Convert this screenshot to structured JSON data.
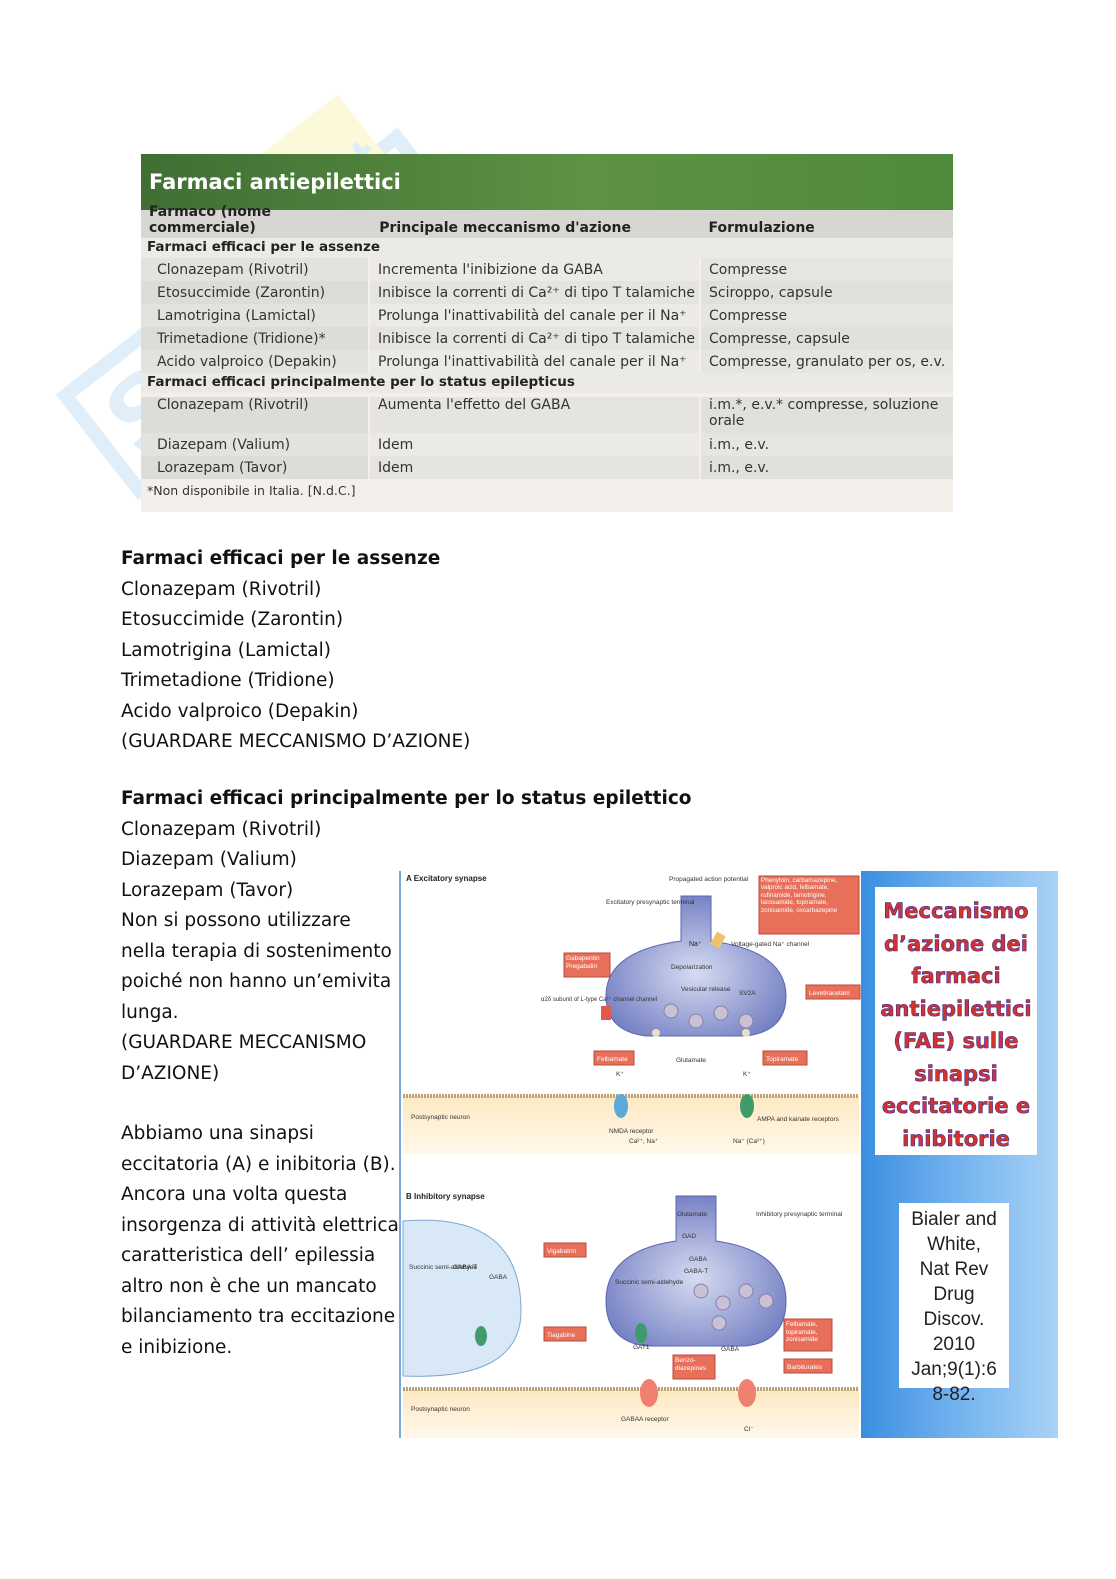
{
  "table": {
    "title": "Farmaci antiepilettici",
    "col_headers": [
      "Farmaco (nome commerciale)",
      "Principale meccanismo d'azione",
      "Formulazione"
    ],
    "sections": [
      {
        "title": "Farmaci efficaci per le assenze",
        "rows": [
          [
            "Clonazepam (Rivotril)",
            "Incrementa l'inibizione da GABA",
            "Compresse"
          ],
          [
            "Etosuccimide (Zarontin)",
            "Inibisce la correnti di Ca²⁺ di tipo T talamiche",
            "Sciroppo, capsule"
          ],
          [
            "Lamotrigina (Lamictal)",
            "Prolunga l'inattivabilità del canale per il Na⁺",
            "Compresse"
          ],
          [
            "Trimetadione (Tridione)*",
            "Inibisce la correnti di Ca²⁺ di tipo T talamiche",
            "Compresse, capsule"
          ],
          [
            "Acido valproico (Depakin)",
            "Prolunga l'inattivabilità del canale per il Na⁺",
            "Compresse, granulato per os, e.v."
          ]
        ]
      },
      {
        "title": "Farmaci efficaci principalmente per lo status epilepticus",
        "rows": [
          [
            "Clonazepam (Rivotril)",
            "Aumenta l'effetto del GABA",
            "i.m.*, e.v.* compresse, soluzione orale"
          ],
          [
            "Diazepam (Valium)",
            "Idem",
            "i.m., e.v."
          ],
          [
            "Lorazepam (Tavor)",
            "Idem",
            "i.m., e.v."
          ]
        ]
      }
    ],
    "footnote": "*Non disponibile in Italia. [N.d.C.]"
  },
  "section1": {
    "heading": "Farmaci efficaci per le assenze",
    "lines": [
      "Clonazepam (Rivotril)",
      "Etosuccimide (Zarontin)",
      "Lamotrigina (Lamictal)",
      "Trimetadione (Tridione)",
      "Acido valproico (Depakin)",
      "(GUARDARE MECCANISMO D’AZIONE)"
    ]
  },
  "section2": {
    "heading": "Farmaci efficaci principalmente per lo status epilettico",
    "lines": [
      "Clonazepam (Rivotril)",
      "Diazepam (Valium)",
      "Lorazepam (Tavor)",
      "Non si possono utilizzare",
      "nella terapia di sostenimento",
      "poiché non hanno un’emivita",
      "lunga.",
      "(GUARDARE MECCANISMO",
      "D’AZIONE)"
    ]
  },
  "section3": {
    "lines": [
      "Abbiamo una sinapsi",
      "eccitatoria (A) e inibitoria (B).",
      "Ancora una volta questa",
      "insorgenza di attività elettrica",
      "caratteristica dell’ epilessia",
      "altro non è che un mancato",
      "bilanciamento tra eccitazione",
      "e inibizione."
    ]
  },
  "figure": {
    "side_title": [
      "Meccanismo",
      "d’azione dei",
      "farmaci",
      "antiepilettici",
      "(FAE) sulle",
      "sinapsi",
      "eccitatorie e",
      "inibitorie"
    ],
    "reference": [
      "Bialer and",
      "White,",
      "Nat Rev",
      "Drug",
      "Discov.",
      "2010",
      "Jan;9(1):6",
      "8-82."
    ],
    "panel_a": {
      "title": "A Excitatory synapse",
      "labels": {
        "propagated": "Propagated action potential",
        "excit_terminal": "Excitatory presynaptic terminal",
        "na": "Na⁺",
        "vgnc": "Voltage-gated Na⁺ channel",
        "depol": "Depolarization",
        "vesicular": "Vesicular release",
        "sv2a": "SV2A",
        "a2d": "α2δ subunit of L-type Ca²⁺ channel channel",
        "glutamate": "Glutamate",
        "k1": "K⁺",
        "k2": "K⁺",
        "postsyn": "Postsynaptic neuron",
        "nmda": "NMDA receptor",
        "ca_na": "Ca²⁺, Na⁺",
        "ampa": "AMPA and kainate receptors",
        "na_ca": "Na⁺ (Ca²⁺)"
      },
      "drugs": {
        "sodium": "Phenytoin, carbamazepine, valproic acid, felbamate, rufinamide, lamotrigine, lacosamide, topiramate, zonisamide, oxcarbazepine",
        "gabapentin": "Gabapentin Pregabalin",
        "levetiracetam": "Levetiracetam",
        "felbamate": "Felbamate",
        "topiramate": "Topiramate"
      }
    },
    "panel_b": {
      "title": "B Inhibitory synapse",
      "labels": {
        "glutamate": "Glutamate",
        "inhib_terminal": "Inhibitory presynaptic terminal",
        "gad": "GAD",
        "gaba": "GABA",
        "gabat": "GABA-T",
        "succinic": "Succinic semi-aldehyde",
        "gabat_glia": "GABA-T",
        "gaba_glia": "GABA",
        "succinic_glia": "Succinic semi-aldehyde",
        "gat1": "GAT1",
        "gaba2": "GABA",
        "postsyn": "Postsynaptic neuron",
        "gaba_a": "GABAA receptor",
        "cl": "Cl⁻"
      },
      "drugs": {
        "vigabatrin": "Vigabatrin",
        "tiagabine": "Tiagabine",
        "benzo": "Benzo-diazepines",
        "felb_topi": "Felbamate, topiramate, zonisamide",
        "barbiturates": "Barbiturates"
      }
    }
  },
  "colors": {
    "table_header_green": "#4f8a3c",
    "drug_box_red": "#e8705a",
    "figure_side_blue": "#5aa3e8",
    "side_title_red": "#d0342c"
  }
}
